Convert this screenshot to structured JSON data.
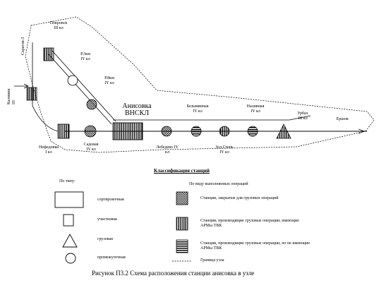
{
  "stations": {
    "pokrovsk": {
      "name": "Покровск",
      "cls": "III кл"
    },
    "r3km": {
      "name": "Р.3км",
      "cls": "IY кл"
    },
    "r8km": {
      "name": "Р.8км",
      "cls": "IY кл"
    },
    "anisovka": {
      "name": "Анисовка",
      "code": "ВНСКЛ"
    },
    "bezymyannaya": {
      "name": "Безымянная",
      "cls": "IY кл"
    },
    "nalivnaya": {
      "name": "Наливная",
      "cls": "IY кл"
    },
    "urbakh": {
      "name": "Урбах",
      "cls": "III кл"
    },
    "ershov": {
      "name": "Ершов"
    },
    "saratov3": {
      "name": "Саратов-3"
    },
    "kalinin": {
      "name": "Калинин",
      "cls": "III"
    },
    "nefedovka": {
      "name": "Нефедовка",
      "cls": "I кл"
    },
    "sadovaya": {
      "name": "Садовая",
      "cls": "IY кл"
    },
    "lebedevo": {
      "name": "Лебедево IY",
      "cls": "кл"
    },
    "zol_step": {
      "name": "Зол.Степь",
      "cls": "IY кл"
    }
  },
  "classification": {
    "title": "Классификация станций",
    "by_type_heading": "По типу:",
    "by_operations_heading": "По виду выполняемых операций",
    "types": [
      "сортировочная",
      "участковая",
      "грузовая",
      "промежуточная"
    ],
    "operations": [
      "Станции, закрытые для грузовых операций",
      "Станции, производящие грузовые операции, имеющие АРМы ТВК",
      "Станции, производящие грузовые операции, но не имеющие АРМы ТВК",
      "Граница узла"
    ]
  },
  "caption": "Рисунок П3.2 Схема расположения  станции анисовка в узле"
}
